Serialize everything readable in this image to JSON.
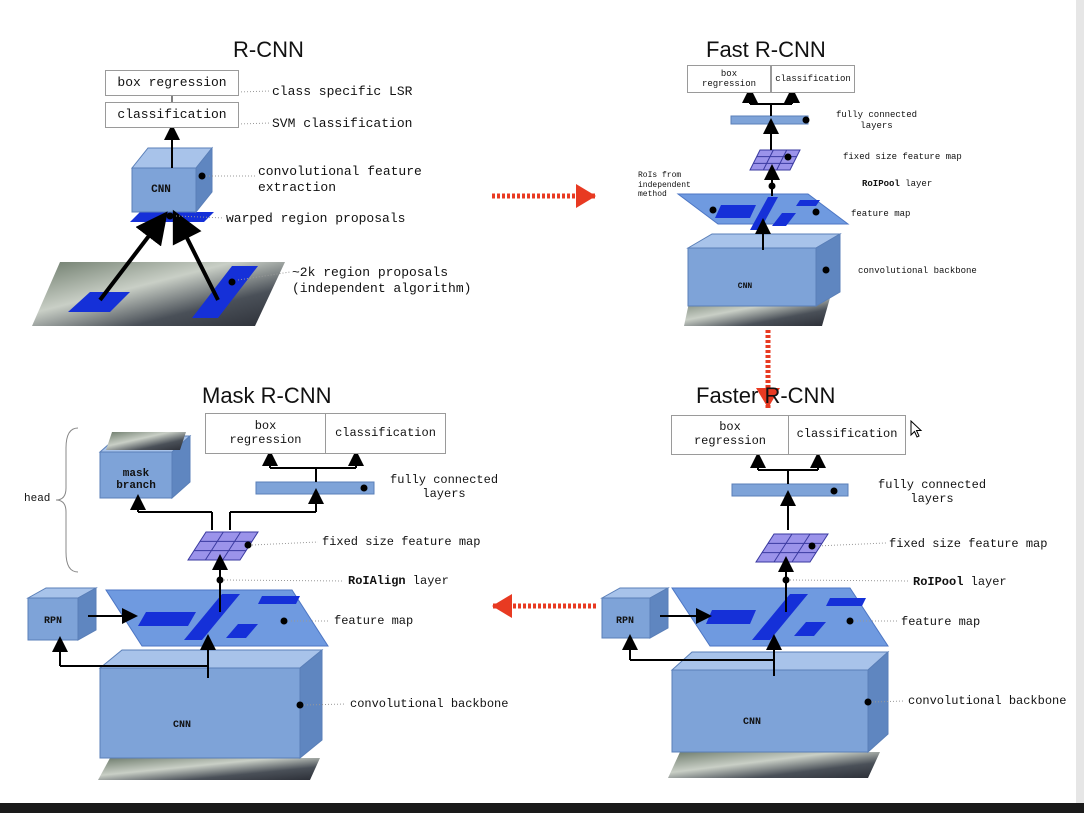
{
  "rcnn": {
    "title": "R-CNN",
    "box_regression": "box regression",
    "classification": "classification",
    "class_specific_lsr": "class specific LSR",
    "svm_classification": "SVM classification",
    "cnn": "CNN",
    "conv_feature_extraction": "convolutional feature\nextraction",
    "warped_region_proposals": "warped region proposals",
    "region_proposals": "~2k region proposals\n(independent algorithm)"
  },
  "fast_rcnn": {
    "title": "Fast R-CNN",
    "box_regression": "box\nregression",
    "classification": "classification",
    "fully_connected_layers": "fully connected\nlayers",
    "fixed_size_feature_map": "fixed size feature map",
    "rois_from_independent_method": "RoIs from\nindependent\nmethod",
    "roipool_layer_bold": "RoIPool",
    "roipool_layer_rest": " layer",
    "feature_map": "feature map",
    "cnn": "CNN",
    "convolutional_backbone": "convolutional backbone"
  },
  "mask_rcnn": {
    "title": "Mask R-CNN",
    "head": "head",
    "mask_branch": "mask\nbranch",
    "box_regression": "box\nregression",
    "classification": "classification",
    "fully_connected_layers": "fully connected\nlayers",
    "fixed_size_feature_map": "fixed size feature map",
    "roialign_layer_bold": "RoIAlign",
    "roialign_layer_rest": " layer",
    "rpn": "RPN",
    "feature_map": "feature map",
    "cnn": "CNN",
    "convolutional_backbone": "convolutional backbone"
  },
  "faster_rcnn": {
    "title": "Faster R-CNN",
    "box_regression": "box\nregression",
    "classification": "classification",
    "fully_connected_layers": "fully connected\nlayers",
    "fixed_size_feature_map": "fixed size feature map",
    "roipool_layer_bold": "RoIPool",
    "roipool_layer_rest": " layer",
    "rpn": "RPN",
    "feature_map": "feature map",
    "cnn": "CNN",
    "convolutional_backbone": "convolutional backbone"
  },
  "colors": {
    "block_front": "#7ea3d8",
    "block_top": "#a8c3ea",
    "block_side": "#5f86c0",
    "plane": "#6f9ae0",
    "roi": "#1530d8",
    "grid": "#9b93ea",
    "arrow": "#000000",
    "red_arrow": "#e83a22"
  }
}
